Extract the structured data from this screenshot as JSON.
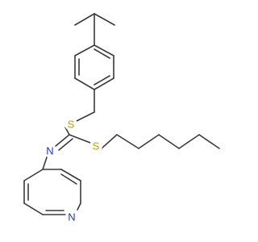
{
  "molecule": {
    "atom_labels": {
      "s_top": "S",
      "s_right": "S",
      "n_imine": "N",
      "n_ring": "N"
    },
    "colors": {
      "bond": "#3a3a3a",
      "sulfur": "#b8a000",
      "nitrogen": "#2233cc"
    }
  }
}
